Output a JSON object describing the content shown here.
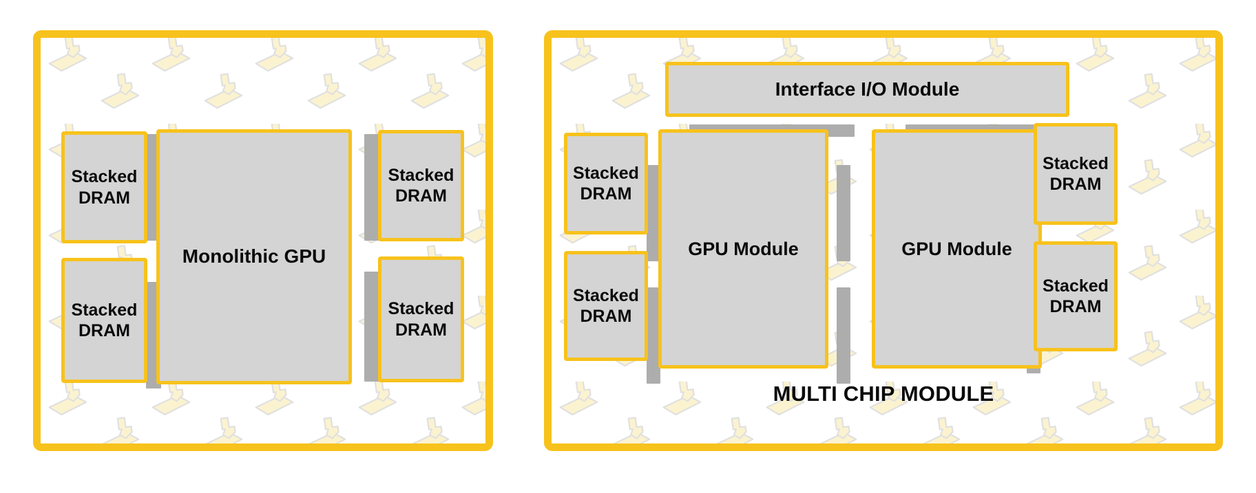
{
  "figure": {
    "title_text": "",
    "colors": {
      "accent_yellow": "#F7C21C",
      "block_fill": "#d4d4d4",
      "connector_gray": "#adadad",
      "text_black": "#0a0a0a",
      "background": "#ffffff",
      "watermark_fill": "#fbf3cf",
      "watermark_stroke": "#e0e0e0"
    },
    "watermark": {
      "icon_name": "brand-watermark-icon",
      "repeat": true
    }
  },
  "left_panel": {
    "name": "monolithic-gpu-package",
    "blocks": {
      "center": {
        "label": "Monolithic GPU"
      },
      "dram_top_left": {
        "label": "Stacked\nDRAM"
      },
      "dram_bottom_left": {
        "label": "Stacked\nDRAM"
      },
      "dram_top_right": {
        "label": "Stacked\nDRAM"
      },
      "dram_bottom_right": {
        "label": "Stacked\nDRAM"
      }
    },
    "connectors": [
      {
        "name": "connector-left-top"
      },
      {
        "name": "connector-left-bottom"
      },
      {
        "name": "connector-right-top"
      },
      {
        "name": "connector-right-bottom"
      }
    ]
  },
  "right_panel": {
    "name": "multi-chip-module-package",
    "caption": "MULTI CHIP MODULE",
    "blocks": {
      "io_module": {
        "label": "Interface I/O Module"
      },
      "gpu_module_1": {
        "label": "GPU Module"
      },
      "gpu_module_2": {
        "label": "GPU Module"
      },
      "dram_top_left": {
        "label": "Stacked\nDRAM"
      },
      "dram_bottom_left": {
        "label": "Stacked\nDRAM"
      },
      "dram_top_right": {
        "label": "Stacked\nDRAM"
      },
      "dram_bottom_right": {
        "label": "Stacked\nDRAM"
      }
    },
    "connectors": [
      {
        "name": "connector-io-to-gpu1"
      },
      {
        "name": "connector-io-to-gpu2"
      },
      {
        "name": "connector-dram-left-top"
      },
      {
        "name": "connector-dram-left-bottom"
      },
      {
        "name": "connector-gpu1-to-gpu2-top"
      },
      {
        "name": "connector-gpu1-to-gpu2-bottom"
      },
      {
        "name": "connector-dram-right-top"
      },
      {
        "name": "connector-dram-right-bottom"
      }
    ]
  }
}
